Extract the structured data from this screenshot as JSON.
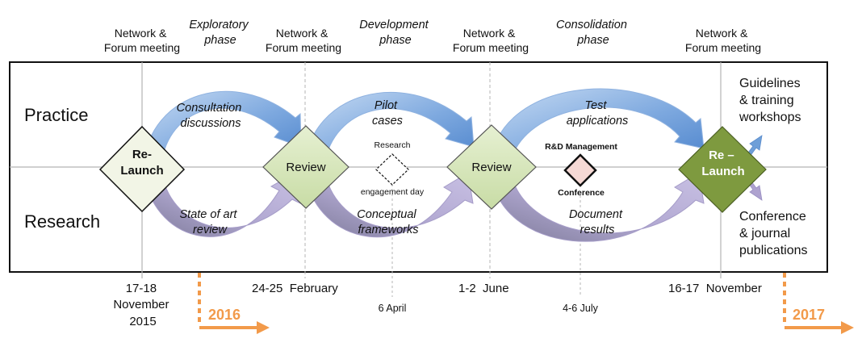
{
  "top_labels": {
    "meeting_1": [
      "Network &",
      "Forum meeting"
    ],
    "phase_1": [
      "Exploratory",
      "phase"
    ],
    "meeting_2": [
      "Network &",
      "Forum meeting"
    ],
    "phase_2": [
      "Development",
      "phase"
    ],
    "meeting_3": [
      "Network &",
      "Forum meeting"
    ],
    "phase_3": [
      "Consolidation",
      "phase"
    ],
    "meeting_4": [
      "Network &",
      "Forum meeting"
    ]
  },
  "rows": {
    "practice": "Practice",
    "research": "Research"
  },
  "milestones": {
    "relaunch_1": [
      "Re-",
      "Launch"
    ],
    "review_1": "Review",
    "review_2": "Review",
    "relaunch_2": [
      "Re –",
      "Launch"
    ]
  },
  "secondary_events": {
    "research_engagement": [
      "Research",
      "engagement day"
    ],
    "rd_conference": [
      "R&D Management",
      "Conference"
    ]
  },
  "activities": {
    "consultation": [
      "Consultation",
      "discussions"
    ],
    "state_of_art": [
      "State of art",
      "review"
    ],
    "pilot": [
      "Pilot",
      "cases"
    ],
    "conceptual": [
      "Conceptual",
      "frameworks"
    ],
    "test": [
      "Test",
      "applications"
    ],
    "document": [
      "Document",
      "results"
    ]
  },
  "outputs": {
    "guidelines": [
      "Guidelines",
      "& training",
      "workshops"
    ],
    "publications": [
      "Conference",
      "& journal",
      "publications"
    ]
  },
  "dates": {
    "nov_2015": [
      "17-18",
      "November",
      "2015"
    ],
    "feb": "24-25  February",
    "april": "6 April",
    "june": "1-2  June",
    "july": "4-6 July",
    "nov": "16-17  November"
  },
  "years": {
    "y2016": "2016",
    "y2017": "2017"
  },
  "colors": {
    "blue_arrow": "#6f9fd8",
    "purple_arrow": "#aea2cf",
    "review_fill": "#d6e5b8",
    "relaunch2_fill": "#7e9a3f",
    "conference_fill": "#f5d9d5",
    "year_orange": "#f29a4a"
  }
}
